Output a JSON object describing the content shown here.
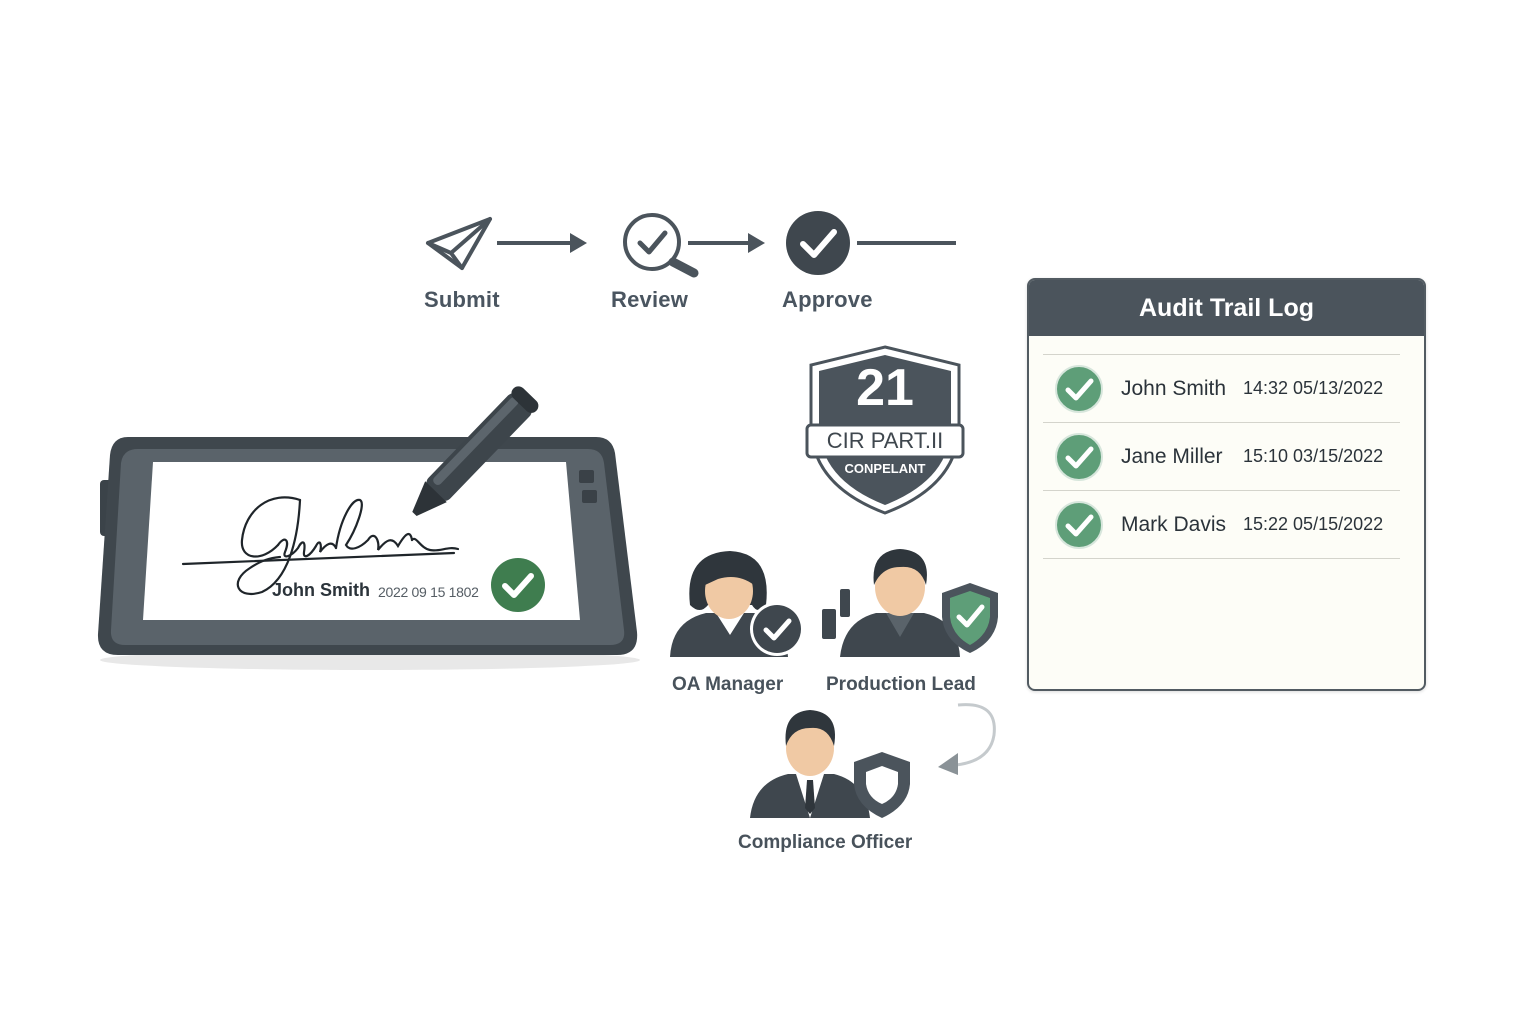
{
  "workflow": {
    "steps": [
      {
        "label": "Submit",
        "icon": "paper-plane-icon"
      },
      {
        "label": "Review",
        "icon": "review-magnifier-check-icon"
      },
      {
        "label": "Approve",
        "icon": "approve-check-circle-icon"
      }
    ]
  },
  "badge": {
    "number": "21",
    "line1": "CIR PART.II",
    "line2": "CONPELANT",
    "icon": "shield-badge-icon"
  },
  "audit_log": {
    "title": "Audit Trail Log",
    "entries": [
      {
        "name": "John Smith",
        "time": "14:32 05/13/2022"
      },
      {
        "name": "Jane Miller",
        "time": "15:10 03/15/2022"
      },
      {
        "name": "Mark Davis",
        "time": "15:22 05/15/2022"
      }
    ]
  },
  "tablet": {
    "signature_name": "John Smith",
    "signature_date": "2022 09 15 1802"
  },
  "roles": [
    {
      "label": "OA Manager",
      "icon": "manager-avatar-icon"
    },
    {
      "label": "Production Lead",
      "icon": "production-lead-avatar-icon"
    },
    {
      "label": "Compliance Officer",
      "icon": "compliance-officer-avatar-icon"
    }
  ],
  "colors": {
    "dark_slate": "#4b545c",
    "check_green": "#5e9e78",
    "badge_green": "#3f7d4f",
    "skin": "#f0c9a4"
  }
}
